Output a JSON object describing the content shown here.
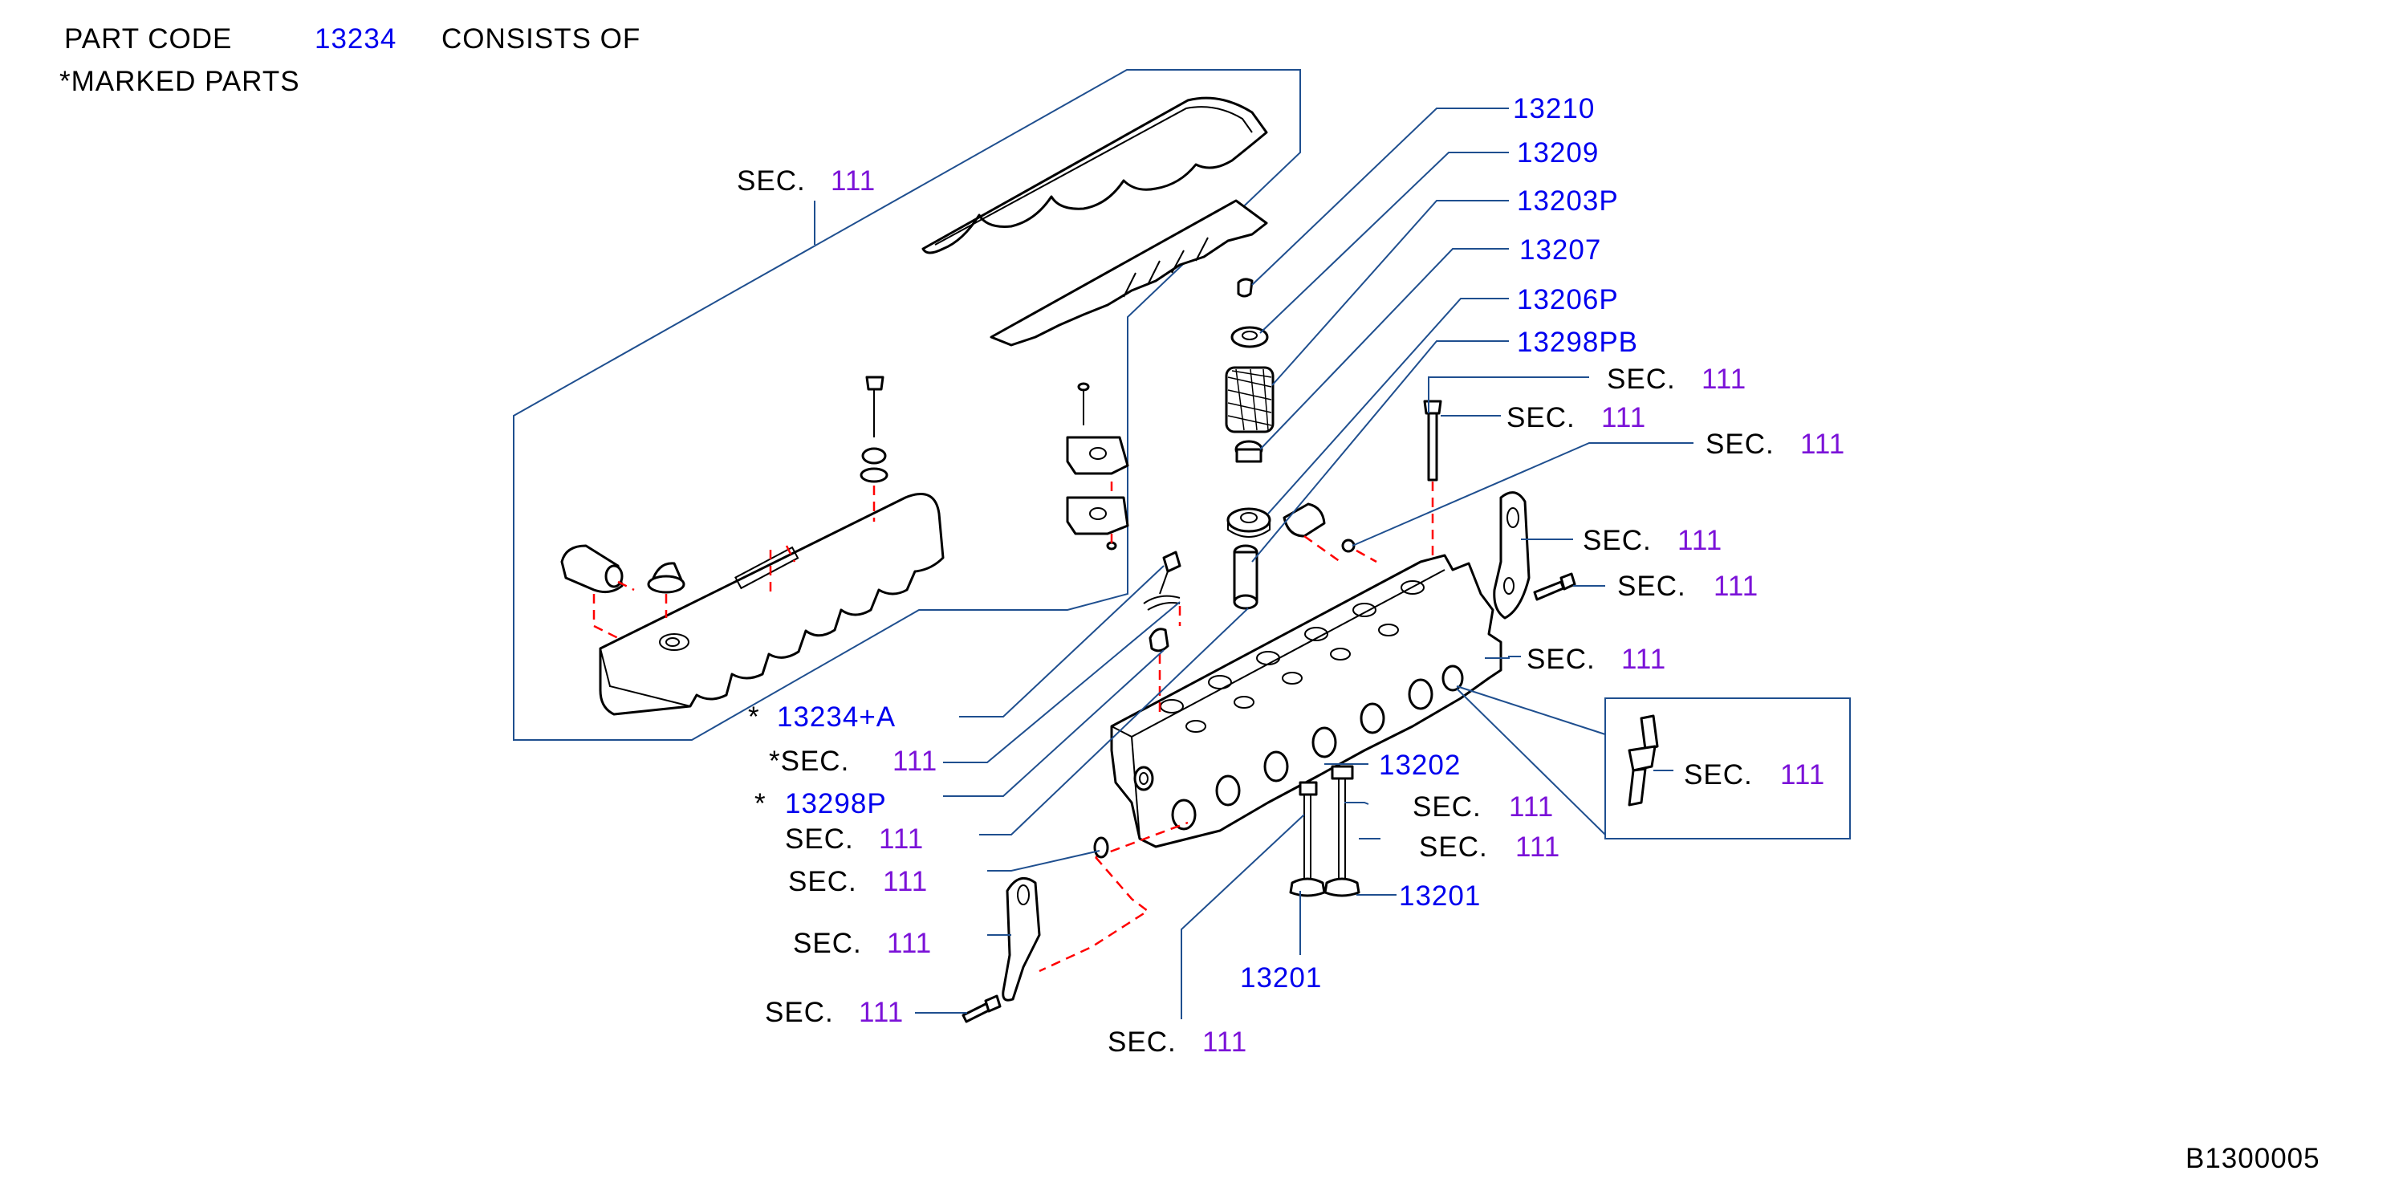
{
  "header": {
    "line1_prefix": "PART  CODE",
    "part_code": "13234",
    "line1_suffix": "CONSISTS  OF",
    "line2": "*MARKED  PARTS"
  },
  "sec_label": "SEC.",
  "section_num": "111",
  "parts": {
    "p13210": "13210",
    "p13209": "13209",
    "p13203P": "13203P",
    "p13207": "13207",
    "p13206P": "13206P",
    "p13298PB": "13298PB",
    "p13234A": "13234+A",
    "p13298P": "13298P",
    "p13202": "13202",
    "p13201a": "13201",
    "p13201b": "13201"
  },
  "marks": {
    "star": "*",
    "star_sec": "*SEC."
  },
  "footer": {
    "diagram_code": "B1300005"
  },
  "colors": {
    "part_number": "#0000ee",
    "section_number": "#7b12d8",
    "leader_line": "#1f4f8f",
    "assembly_dash": "#ff0000"
  }
}
